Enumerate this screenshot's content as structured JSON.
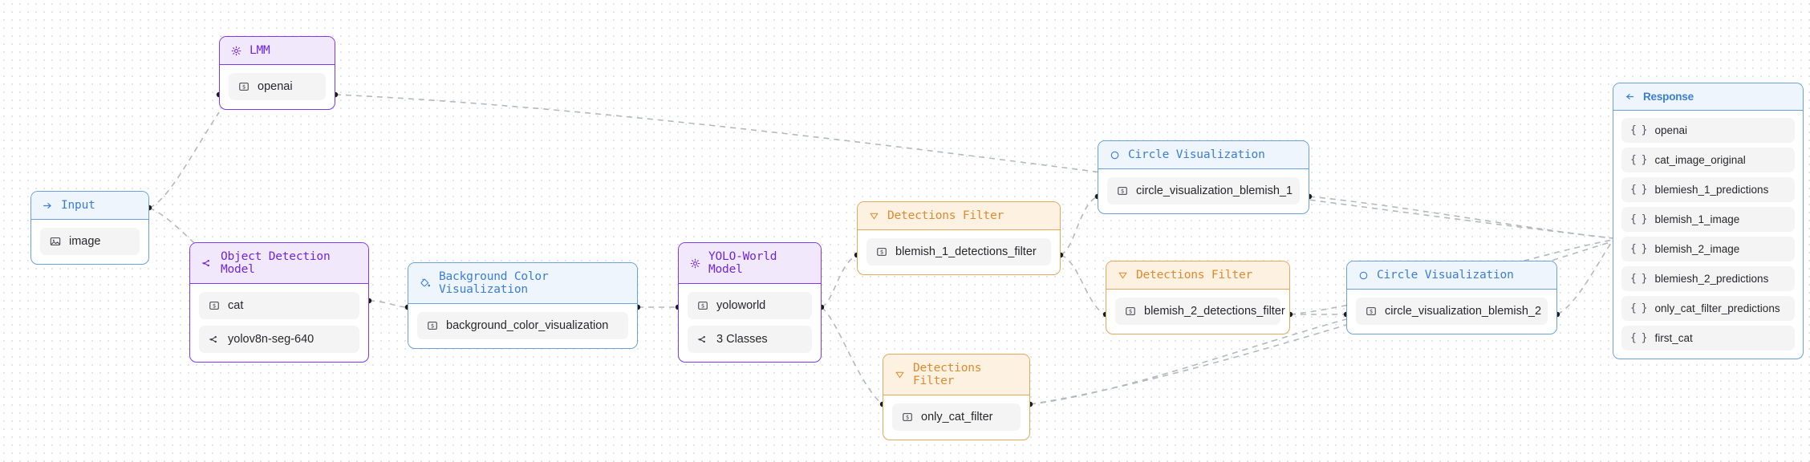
{
  "canvas": {
    "background": "#ffffff",
    "dot_color": "#d8dce3"
  },
  "colors": {
    "purple": "#7c3aed",
    "blue": "#3b7dd8",
    "amber": "#e08a2e",
    "edge": "#b4b8bf",
    "row_bg": "#f4f4f5"
  },
  "nodes": {
    "input": {
      "title": "Input",
      "icon": "arrow-right-icon",
      "rows": [
        {
          "label": "image",
          "icon": "image-icon"
        }
      ]
    },
    "lmm": {
      "title": "LMM",
      "icon": "gear-icon",
      "rows": [
        {
          "label": "openai",
          "icon": "string-icon"
        }
      ]
    },
    "object_detection": {
      "title": "Object Detection Model",
      "icon": "model-graph-icon",
      "rows": [
        {
          "label": "cat",
          "icon": "string-icon"
        },
        {
          "label": "yolov8n-seg-640",
          "icon": "model-graph-icon"
        }
      ]
    },
    "background_color_viz": {
      "title": "Background Color Visualization",
      "icon": "paint-bucket-icon",
      "rows": [
        {
          "label": "background_color_visualization",
          "icon": "string-icon"
        }
      ]
    },
    "yolo_world": {
      "title": "YOLO-World Model",
      "icon": "gear-icon",
      "rows": [
        {
          "label": "yoloworld",
          "icon": "string-icon"
        },
        {
          "label": "3 Classes",
          "icon": "model-graph-icon"
        }
      ]
    },
    "filter_1": {
      "title": "Detections Filter",
      "icon": "funnel-icon",
      "rows": [
        {
          "label": "blemish_1_detections_filter",
          "icon": "string-icon"
        }
      ]
    },
    "filter_2": {
      "title": "Detections Filter",
      "icon": "funnel-icon",
      "rows": [
        {
          "label": "blemish_2_detections_filter",
          "icon": "string-icon"
        }
      ]
    },
    "filter_3": {
      "title": "Detections Filter",
      "icon": "funnel-icon",
      "rows": [
        {
          "label": "only_cat_filter",
          "icon": "string-icon"
        }
      ]
    },
    "circle_viz_1": {
      "title": "Circle Visualization",
      "icon": "circle-icon",
      "rows": [
        {
          "label": "circle_visualization_blemish_1",
          "icon": "string-icon"
        }
      ]
    },
    "circle_viz_2": {
      "title": "Circle Visualization",
      "icon": "circle-icon",
      "rows": [
        {
          "label": "circle_visualization_blemish_2",
          "icon": "string-icon"
        }
      ]
    },
    "response": {
      "title": "Response",
      "icon": "arrow-left-icon",
      "rows": [
        {
          "label": "openai",
          "icon": "braces-icon"
        },
        {
          "label": "cat_image_original",
          "icon": "braces-icon"
        },
        {
          "label": "blemiesh_1_predictions",
          "icon": "braces-icon"
        },
        {
          "label": "blemish_1_image",
          "icon": "braces-icon"
        },
        {
          "label": "blemish_2_image",
          "icon": "braces-icon"
        },
        {
          "label": "blemiesh_2_predictions",
          "icon": "braces-icon"
        },
        {
          "label": "only_cat_filter_predictions",
          "icon": "braces-icon"
        },
        {
          "label": "first_cat",
          "icon": "braces-icon"
        }
      ]
    }
  }
}
